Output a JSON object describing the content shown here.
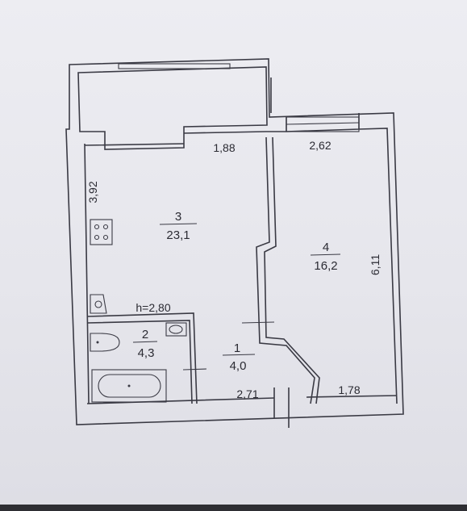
{
  "rooms": [
    {
      "number": "1",
      "area": "4,0"
    },
    {
      "number": "2",
      "area": "4,3"
    },
    {
      "number": "3",
      "area": "23,1"
    },
    {
      "number": "4",
      "area": "16,2"
    }
  ],
  "dimensions": {
    "kitchen_top": "1,88",
    "room_top": "2,62",
    "kitchen_side": "3,92",
    "room_side": "6,11",
    "hall_bottom": "2,71",
    "room_bottom": "1,78"
  },
  "ceiling_height": "h=2,80"
}
